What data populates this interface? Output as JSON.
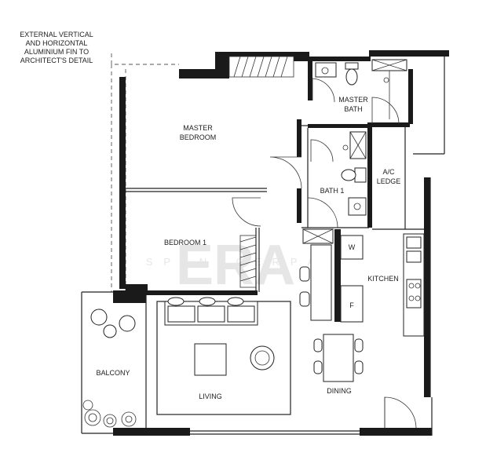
{
  "annotation": {
    "lines": [
      "EXTERNAL VERTICAL",
      "AND HORIZONTAL",
      "ALUMINIUM FIN TO",
      "ARCHITECT'S DETAIL"
    ]
  },
  "rooms": {
    "master_bedroom": [
      "MASTER",
      "BEDROOM"
    ],
    "master_bath": [
      "MASTER",
      "BATH"
    ],
    "bath1": "BATH 1",
    "ac_ledge": [
      "A/C",
      "LEDGE"
    ],
    "bedroom1": "BEDROOM 1",
    "kitchen": "KITCHEN",
    "balcony": "BALCONY",
    "living": "LIVING",
    "dining": "DINING",
    "washer": "W",
    "fridge": "F"
  },
  "watermark": {
    "mark": "ERA",
    "text": "SPENNCERPA"
  }
}
